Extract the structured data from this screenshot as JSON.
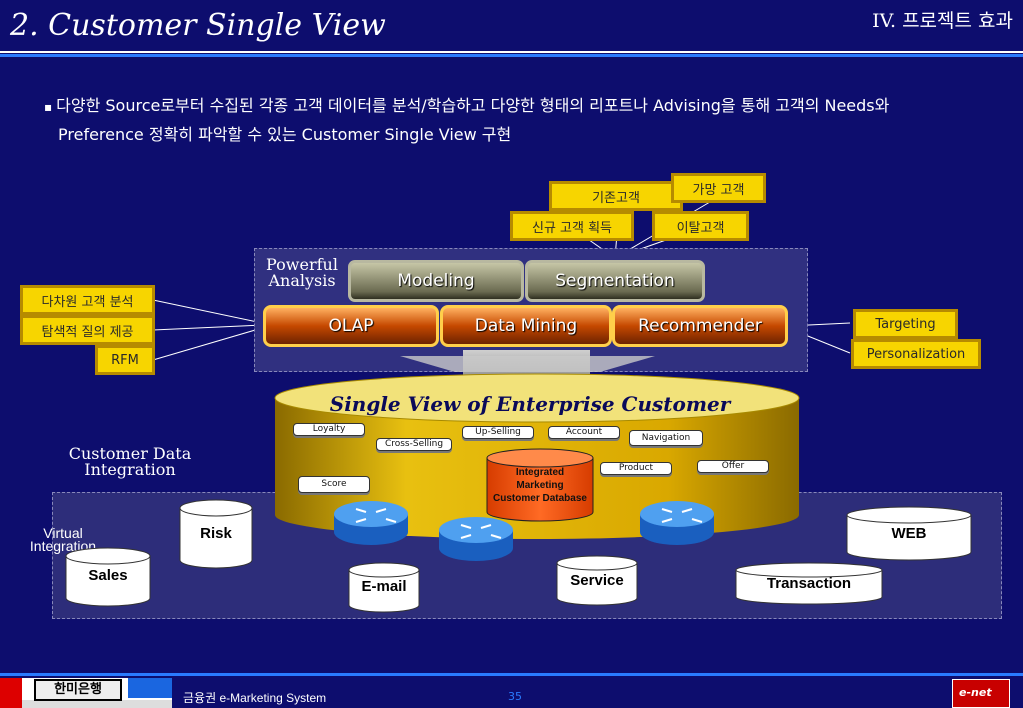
{
  "header": {
    "title": "2. Customer Single View",
    "section": "IV. 프로젝트 효과"
  },
  "bullet": {
    "marker": "▪",
    "text": "다양한 Source로부터 수집된 각종  고객 데이터를 분석/학습하고 다양한 형태의 리포트나 Advising을 통해 고객의 Needs와 Preference 정확히 파악할 수 있는 Customer Single View 구현"
  },
  "customer_tags": {
    "existing": "기존고객",
    "prospect": "가망 고객",
    "new": "신규 고객 획득",
    "churn": "이탈고객"
  },
  "left_tags": [
    "다차원 고객 분석",
    "탐색적 질의 제공",
    "RFM"
  ],
  "right_tags": [
    "Targeting",
    "Personalization"
  ],
  "analysis": {
    "label": "Powerful Analysis",
    "top": [
      "Modeling",
      "Segmentation"
    ],
    "bottom": [
      "OLAP",
      "Data Mining",
      "Recommender"
    ]
  },
  "drum": {
    "title": "Single View of Enterprise Customer",
    "center": "Integrated Marketing Customer Database",
    "chips": {
      "loyalty": "Loyalty",
      "cross": "Cross-Selling",
      "up": "Up-Selling",
      "account": "Account",
      "navigation": "Navigation",
      "score": "Score",
      "product": "Product",
      "offer": "Offer"
    }
  },
  "labels": {
    "integration": "Customer Data Integration",
    "virtual": "Virtual Integration"
  },
  "sources": {
    "risk": "Risk",
    "sales": "Sales",
    "email": "E-mail",
    "service": "Service",
    "transaction": "Transaction",
    "web": "WEB"
  },
  "footer": {
    "logo": "한미은행",
    "title": "금융권 e-Marketing System",
    "page": "35",
    "brand": "e-net"
  },
  "colors": {
    "background": "#0d0d6e",
    "tag_fill": "#f7d500",
    "orange_button": "#c54800",
    "drum_gold": "#d9a800",
    "database": "#ff5a14",
    "router": "#3a8fe8"
  }
}
